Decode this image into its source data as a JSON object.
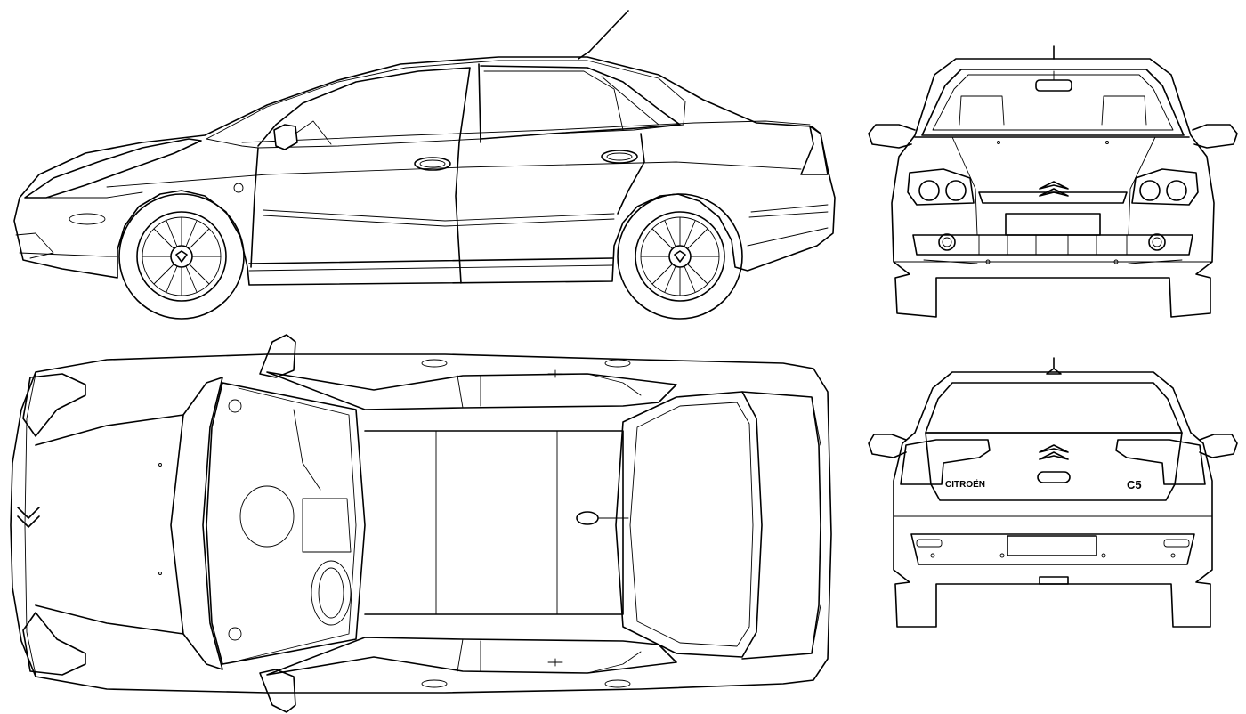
{
  "blueprint": {
    "views": [
      "side",
      "front",
      "top",
      "rear"
    ],
    "rear_badge_left": "CITROËN",
    "rear_badge_right": "C5",
    "line_color": "#000000",
    "background_color": "#ffffff"
  }
}
